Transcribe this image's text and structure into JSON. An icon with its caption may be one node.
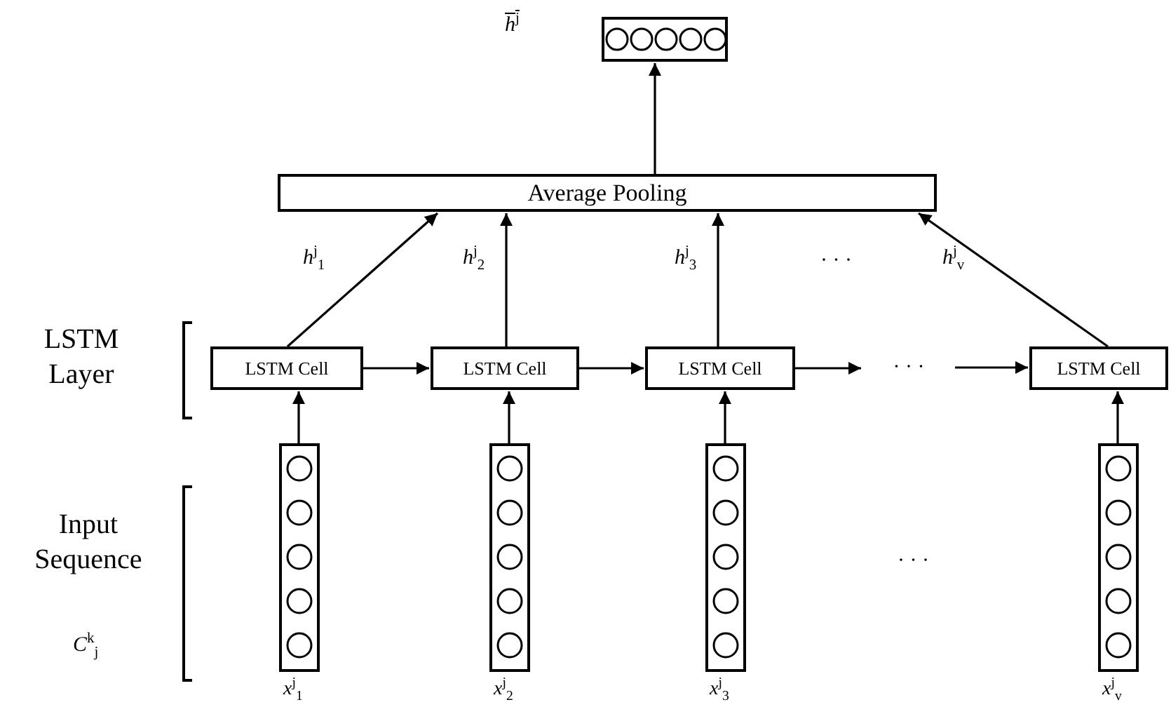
{
  "diagram": {
    "nodes": [
      {
        "text": [],
        "shape": "box",
        "beside": [
          "*h*$^{j}$"
        ]
      },
      {
        "text": [
          "Average Pooling"
        ]
      },
      {
        "text": [
          "LSTM Cell"
        ]
      },
      {
        "text": [
          "LSTM Cell"
        ]
      },
      {
        "text": [
          "LSTM Cell"
        ]
      },
      {
        "text": [
          "LSTM Cell"
        ]
      },
      {
        "text": [
          "· · ·"
        ]
      },
      {
        "text": [],
        "shape": "box",
        "beside": [
          "*x*$^{j}$$_{1}$"
        ]
      },
      {
        "text": [],
        "shape": "box",
        "beside": [
          "*x*$^{j}$$_{2}$"
        ]
      },
      {
        "text": [],
        "shape": "box",
        "beside": [
          "*x*$^{j}$$_{3}$"
        ]
      },
      {
        "text": [],
        "shape": "box",
        "beside": [
          "*x*$^{j}$$_{v}$"
        ]
      }
    ],
    "edges": [
      {
        "from": 1,
        "to": 0,
        "arrow": "to"
      },
      {
        "from": 2,
        "to": 1,
        "arrow": "to",
        "label": "*h*$^{j}$$_{1}$"
      },
      {
        "from": 3,
        "to": 1,
        "arrow": "to",
        "label": "*h*$^{j}$$_{2}$"
      },
      {
        "from": 4,
        "to": 1,
        "arrow": "to",
        "label": "*h*$^{j}$$_{3}$"
      },
      {
        "from": 5,
        "to": 1,
        "arrow": "to",
        "label": "*h*$^{j}$$_{v}$"
      },
      {
        "from": 2,
        "to": 3,
        "arrow": "to"
      },
      {
        "from": 3,
        "to": 4,
        "arrow": "to"
      },
      {
        "from": 4,
        "to": 6,
        "arrow": "to"
      },
      {
        "from": 6,
        "to": 5,
        "arrow": "to"
      },
      {
        "from": 7,
        "to": 2,
        "arrow": "to"
      },
      {
        "from": 8,
        "to": 3,
        "arrow": "to"
      },
      {
        "from": 9,
        "to": 4,
        "arrow": "to"
      },
      {
        "from": 10,
        "to": 5,
        "arrow": "to"
      }
    ],
    "labels": [
      "· · ·",
      "LSTM Layer",
      "Input Sequence",
      "*C*$^{k}$$_{j}$",
      "· · ·"
    ]
  }
}
